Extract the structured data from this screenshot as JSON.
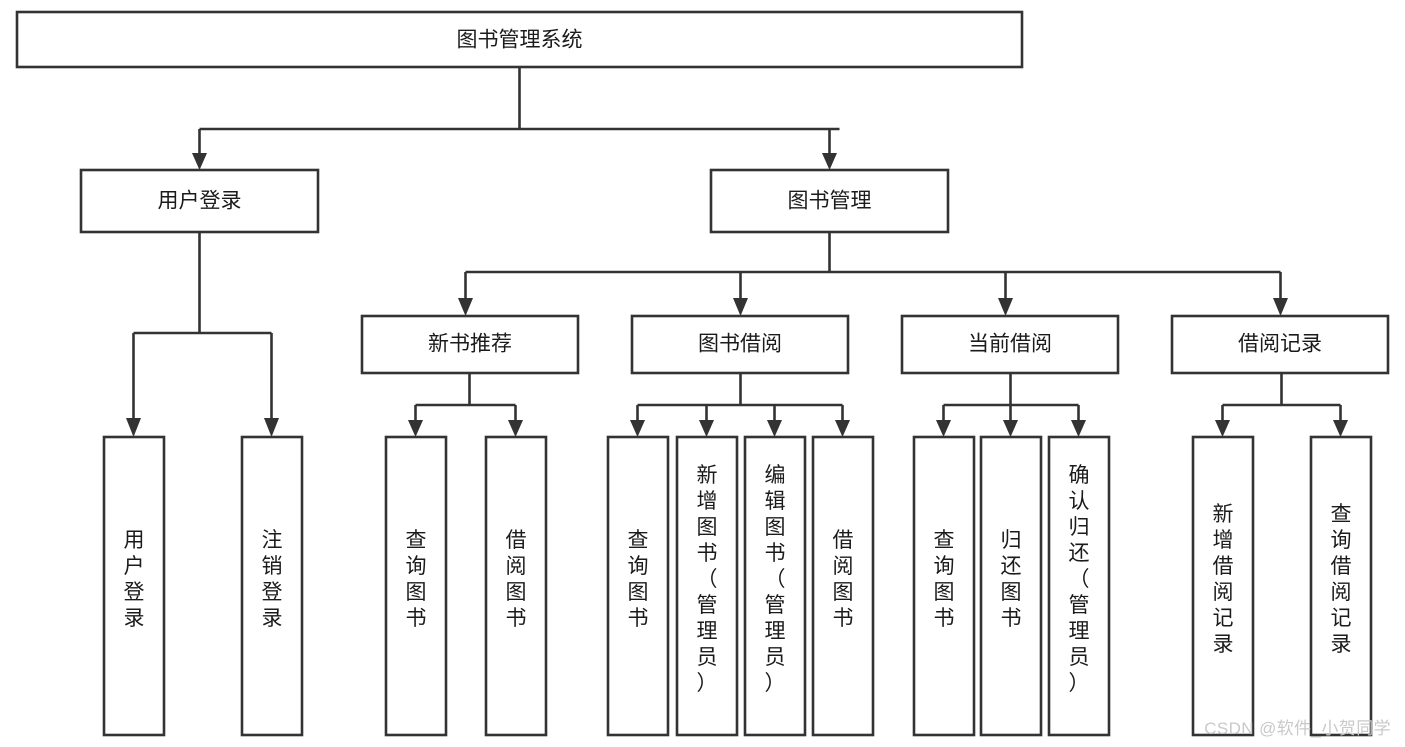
{
  "diagram": {
    "type": "tree-hierarchy",
    "title": "图书管理系统",
    "watermark": "CSDN @软件_小贺同学",
    "colors": {
      "box_fill": "#ffffff",
      "box_stroke": "#333333",
      "text": "#1b1b1b",
      "watermark": "#c9c9c9",
      "background": "#ffffff"
    },
    "levels": [
      {
        "level": 1,
        "nodes": [
          {
            "id": "root",
            "label": "图书管理系统",
            "orientation": "horizontal"
          }
        ]
      },
      {
        "level": 2,
        "nodes": [
          {
            "id": "user-login",
            "label": "用户登录",
            "orientation": "horizontal",
            "parent": "root"
          },
          {
            "id": "book-manage",
            "label": "图书管理",
            "orientation": "horizontal",
            "parent": "root"
          }
        ]
      },
      {
        "level": 3,
        "nodes": [
          {
            "id": "new-book-recommend",
            "label": "新书推荐",
            "orientation": "horizontal",
            "parent": "book-manage"
          },
          {
            "id": "book-borrow",
            "label": "图书借阅",
            "orientation": "horizontal",
            "parent": "book-manage"
          },
          {
            "id": "current-borrow",
            "label": "当前借阅",
            "orientation": "horizontal",
            "parent": "book-manage"
          },
          {
            "id": "borrow-record",
            "label": "借阅记录",
            "orientation": "horizontal",
            "parent": "book-manage"
          }
        ]
      },
      {
        "level": 4,
        "nodes": [
          {
            "id": "leaf-user-login",
            "label": "用户登录",
            "orientation": "vertical",
            "parent": "user-login"
          },
          {
            "id": "leaf-logout-login",
            "label": "注销登录",
            "orientation": "vertical",
            "parent": "user-login"
          },
          {
            "id": "leaf-query-book-1",
            "label": "查询图书",
            "orientation": "vertical",
            "parent": "new-book-recommend"
          },
          {
            "id": "leaf-borrow-book-1",
            "label": "借阅图书",
            "orientation": "vertical",
            "parent": "new-book-recommend"
          },
          {
            "id": "leaf-query-book-2",
            "label": "查询图书",
            "orientation": "vertical",
            "parent": "book-borrow"
          },
          {
            "id": "leaf-add-book",
            "label": "新增图书（管理员）",
            "orientation": "vertical",
            "parent": "book-borrow"
          },
          {
            "id": "leaf-edit-book",
            "label": "编辑图书（管理员）",
            "orientation": "vertical",
            "parent": "book-borrow"
          },
          {
            "id": "leaf-borrow-book-2",
            "label": "借阅图书",
            "orientation": "vertical",
            "parent": "book-borrow"
          },
          {
            "id": "leaf-query-book-3",
            "label": "查询图书",
            "orientation": "vertical",
            "parent": "current-borrow"
          },
          {
            "id": "leaf-return-book",
            "label": "归还图书",
            "orientation": "vertical",
            "parent": "current-borrow"
          },
          {
            "id": "leaf-confirm-return",
            "label": "确认归还（管理员）",
            "orientation": "vertical",
            "parent": "current-borrow"
          },
          {
            "id": "leaf-add-record",
            "label": "新增借阅记录",
            "orientation": "vertical",
            "parent": "borrow-record"
          },
          {
            "id": "leaf-query-record",
            "label": "查询借阅记录",
            "orientation": "vertical",
            "parent": "borrow-record"
          }
        ]
      }
    ]
  },
  "nodes": {
    "root": {
      "label": "图书管理系统"
    },
    "user_login": {
      "label": "用户登录"
    },
    "book_manage": {
      "label": "图书管理"
    },
    "new_book_recommend": {
      "label": "新书推荐"
    },
    "book_borrow": {
      "label": "图书借阅"
    },
    "current_borrow": {
      "label": "当前借阅"
    },
    "borrow_record": {
      "label": "借阅记录"
    },
    "leaf_user_login": {
      "label": "用户登录"
    },
    "leaf_logout_login": {
      "label": "注销登录"
    },
    "leaf_query_book_1": {
      "label": "查询图书"
    },
    "leaf_borrow_book_1": {
      "label": "借阅图书"
    },
    "leaf_query_book_2": {
      "label": "查询图书"
    },
    "leaf_add_book": {
      "label": "新增图书（管理员）"
    },
    "leaf_edit_book": {
      "label": "编辑图书（管理员）"
    },
    "leaf_borrow_book_2": {
      "label": "借阅图书"
    },
    "leaf_query_book_3": {
      "label": "查询图书"
    },
    "leaf_return_book": {
      "label": "归还图书"
    },
    "leaf_confirm_return": {
      "label": "确认归还（管理员）"
    },
    "leaf_add_record": {
      "label": "新增借阅记录"
    },
    "leaf_query_record": {
      "label": "查询借阅记录"
    }
  },
  "footer": {
    "watermark": "CSDN @软件_小贺同学"
  }
}
